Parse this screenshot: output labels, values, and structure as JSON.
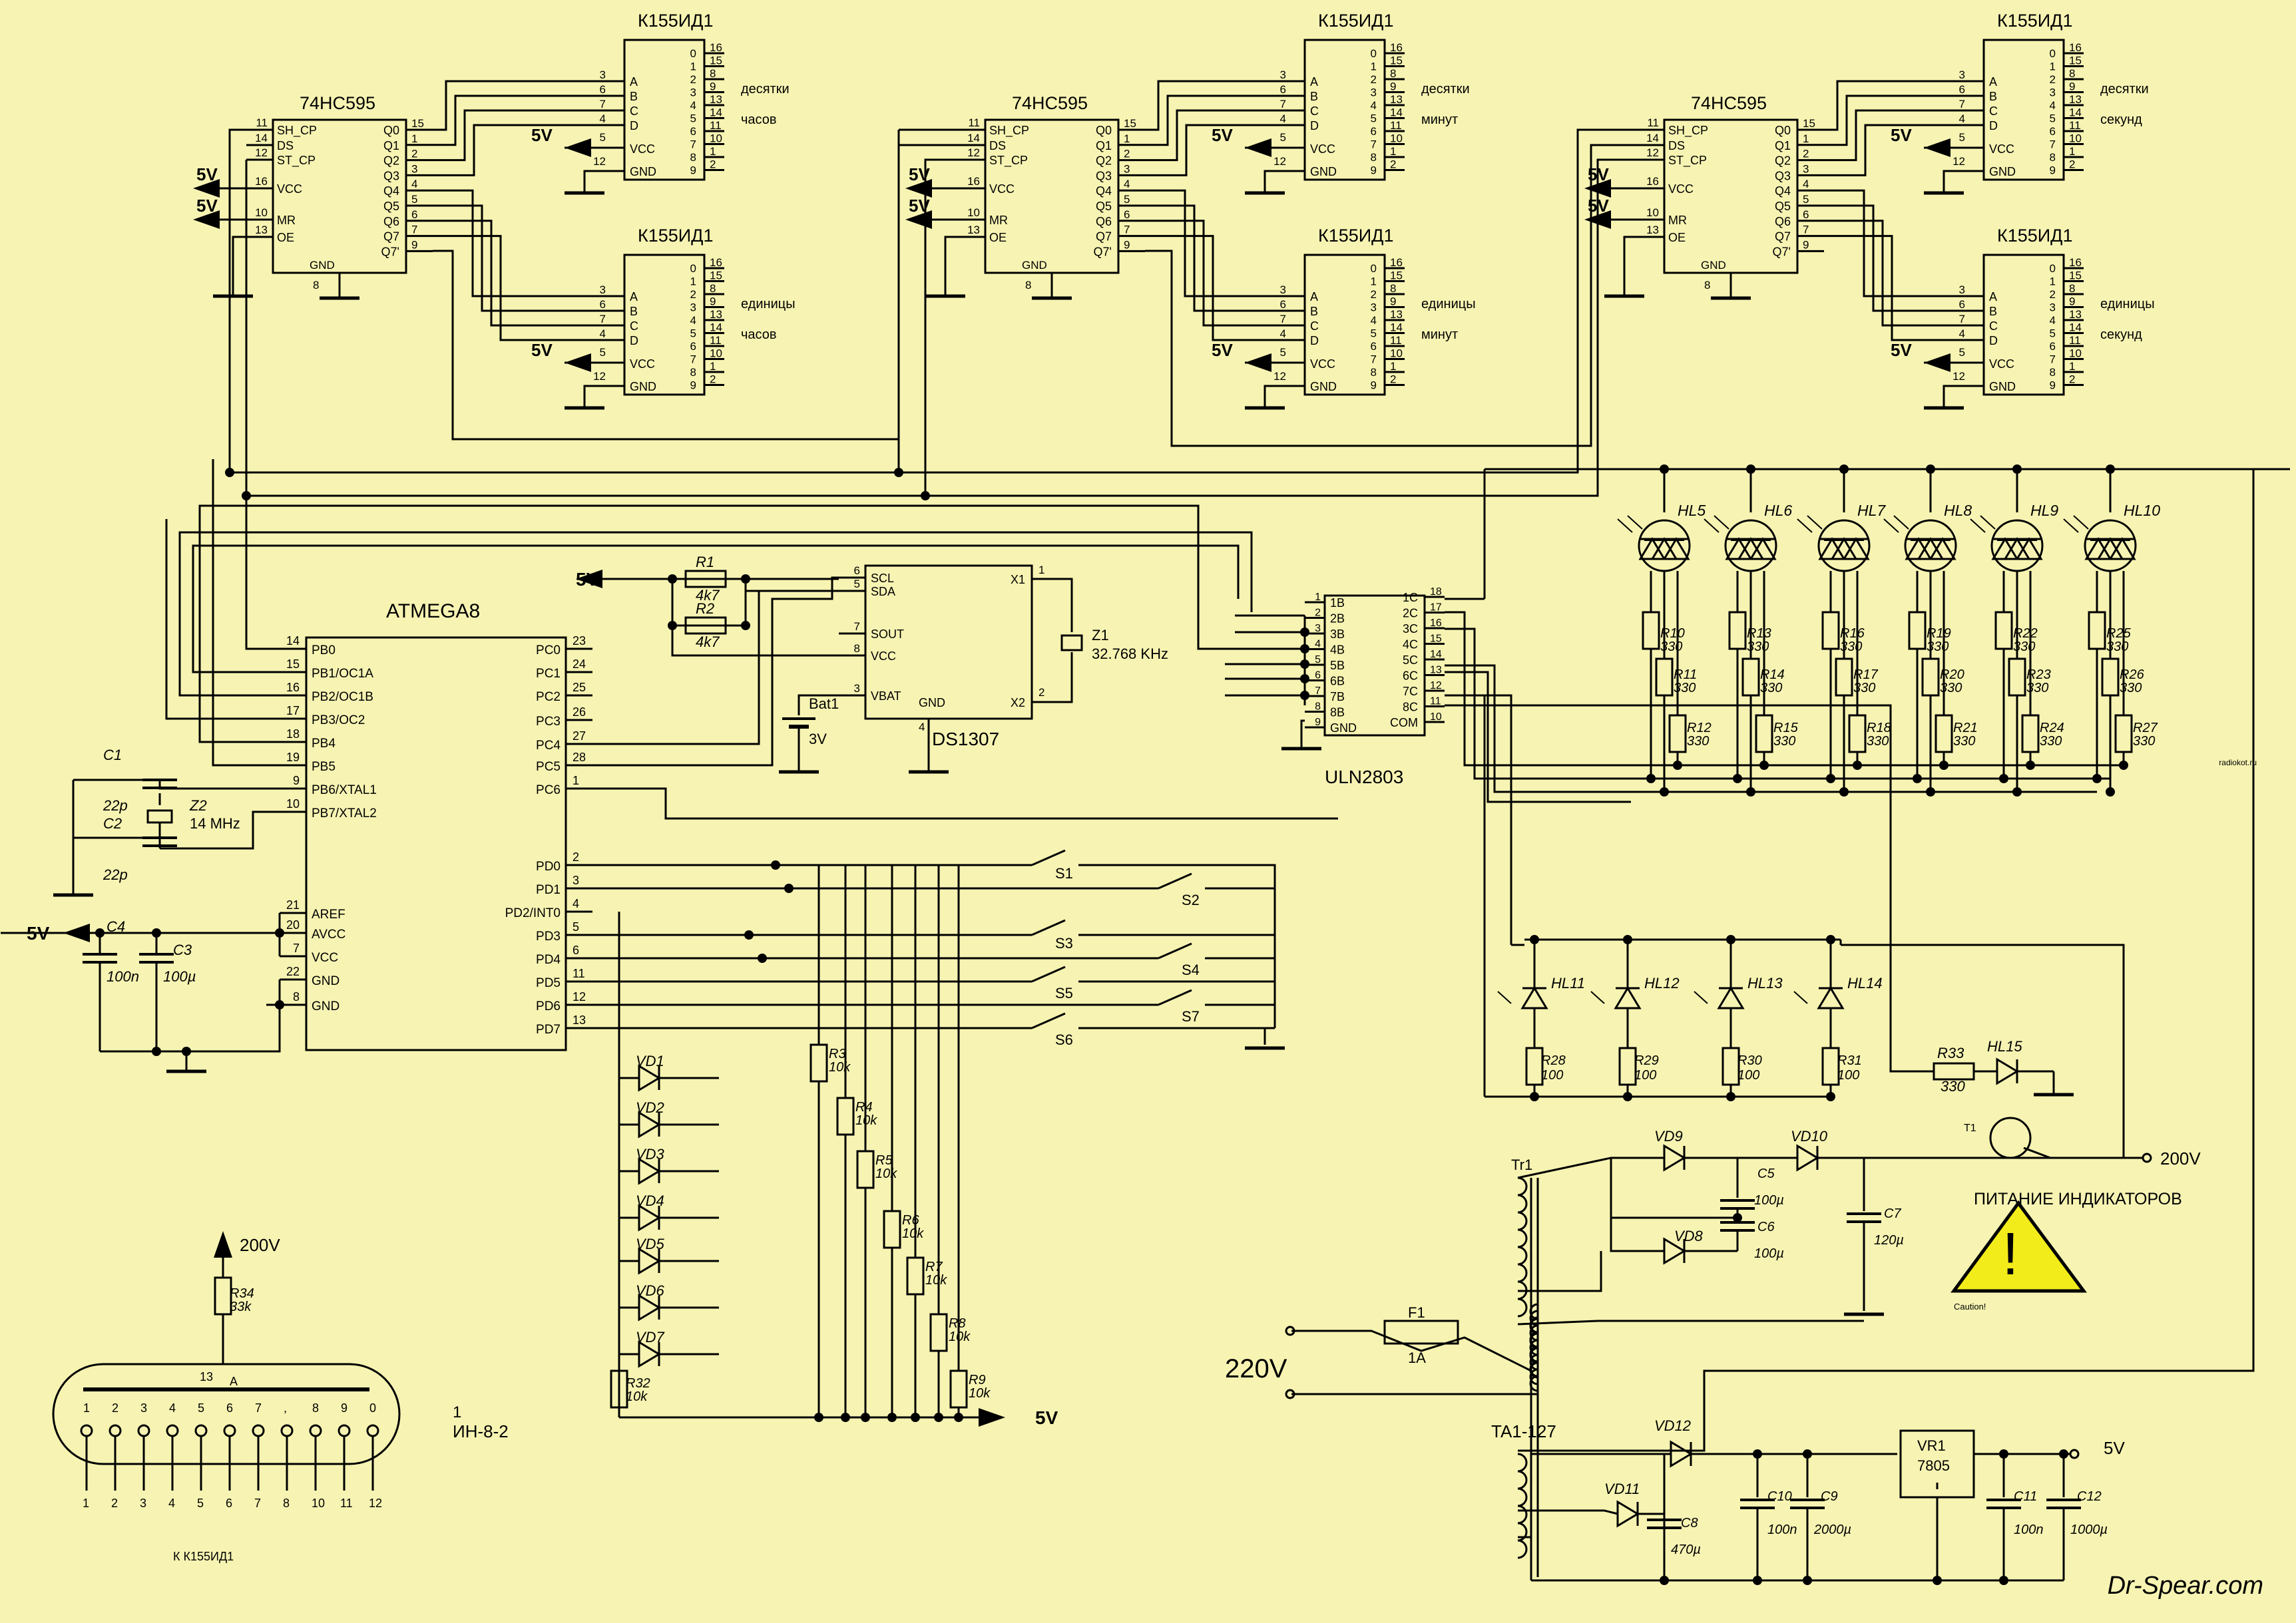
{
  "ic_labels": {
    "decoder": "К155ИД1",
    "shift_register": "74HC595",
    "mcu": "ATMEGA8",
    "rtc": "DS1307",
    "driver": "ULN2803",
    "regulator_ref": "VR1",
    "regulator_part": "7805"
  },
  "decoder_groups": [
    {
      "line1": "десятки",
      "line2": "часов"
    },
    {
      "line1": "единицы",
      "line2": "часов"
    },
    {
      "line1": "десятки",
      "line2": "минут"
    },
    {
      "line1": "единицы",
      "line2": "минут"
    },
    {
      "line1": "десятки",
      "line2": "секунд"
    },
    {
      "line1": "единицы",
      "line2": "секунд"
    }
  ],
  "decoder_pins": {
    "left_nums": [
      "3",
      "6",
      "7",
      "4"
    ],
    "left_names": [
      "A",
      "B",
      "C",
      "D"
    ],
    "vcc_pin": "5",
    "gnd_pin": "12",
    "vcc": "VCC",
    "gnd": "GND",
    "right_outer": [
      "16",
      "15",
      "8",
      "9",
      "13",
      "14",
      "11",
      "10",
      "1",
      "2"
    ],
    "right_inner": [
      "0",
      "1",
      "2",
      "3",
      "4",
      "5",
      "6",
      "7",
      "8",
      "9"
    ]
  },
  "sr_pins": {
    "left_nums": [
      "11",
      "14",
      "12",
      "16",
      "10",
      "13"
    ],
    "left_names": [
      "SH_CP",
      "DS",
      "ST_CP",
      "VCC",
      "MR",
      "OE"
    ],
    "right_names": [
      "Q0",
      "Q1",
      "Q2",
      "Q3",
      "Q4",
      "Q5",
      "Q6",
      "Q7",
      "Q7'"
    ],
    "right_nums": [
      "15",
      "1",
      "2",
      "3",
      "4",
      "5",
      "6",
      "7",
      "9"
    ],
    "gnd_name": "GND",
    "gnd_num": "8"
  },
  "power": {
    "v5": "5V",
    "v3": "3V",
    "v200": "200V",
    "v220": "220V"
  },
  "mcu_left": [
    {
      "num": "14",
      "name": "PB0"
    },
    {
      "num": "15",
      "name": "PB1/OC1A"
    },
    {
      "num": "16",
      "name": "PB2/OC1B"
    },
    {
      "num": "17",
      "name": "PB3/OC2"
    },
    {
      "num": "18",
      "name": "PB4"
    },
    {
      "num": "19",
      "name": "PB5"
    },
    {
      "num": "9",
      "name": "PB6/XTAL1"
    },
    {
      "num": "10",
      "name": "PB7/XTAL2"
    },
    {
      "num": "21",
      "name": "AREF"
    },
    {
      "num": "20",
      "name": "AVCC"
    },
    {
      "num": "7",
      "name": "VCC"
    },
    {
      "num": "22",
      "name": "GND"
    },
    {
      "num": "8",
      "name": "GND"
    }
  ],
  "mcu_right": [
    {
      "num": "23",
      "name": "PC0"
    },
    {
      "num": "24",
      "name": "PC1"
    },
    {
      "num": "25",
      "name": "PC2"
    },
    {
      "num": "26",
      "name": "PC3"
    },
    {
      "num": "27",
      "name": "PC4"
    },
    {
      "num": "28",
      "name": "PC5"
    },
    {
      "num": "1",
      "name": "PC6"
    },
    {
      "num": "2",
      "name": "PD0"
    },
    {
      "num": "3",
      "name": "PD1"
    },
    {
      "num": "4",
      "name": "PD2/INT0"
    },
    {
      "num": "5",
      "name": "PD3"
    },
    {
      "num": "6",
      "name": "PD4"
    },
    {
      "num": "11",
      "name": "PD5"
    },
    {
      "num": "12",
      "name": "PD6"
    },
    {
      "num": "13",
      "name": "PD7"
    }
  ],
  "rtc_pins": {
    "left": [
      {
        "num": "6",
        "name": "SCL"
      },
      {
        "num": "5",
        "name": "SDA"
      },
      {
        "num": "7",
        "name": "SOUT"
      },
      {
        "num": "8",
        "name": "VCC"
      },
      {
        "num": "3",
        "name": "VBAT"
      }
    ],
    "right": [
      {
        "num": "1",
        "name": "X1"
      },
      {
        "num": "2",
        "name": "X2"
      }
    ],
    "gnd_name": "GND",
    "gnd_num": "4"
  },
  "uln_left": [
    {
      "num": "1",
      "name": "1B"
    },
    {
      "num": "2",
      "name": "2B"
    },
    {
      "num": "3",
      "name": "3B"
    },
    {
      "num": "4",
      "name": "4B"
    },
    {
      "num": "5",
      "name": "5B"
    },
    {
      "num": "6",
      "name": "6B"
    },
    {
      "num": "7",
      "name": "7B"
    },
    {
      "num": "8",
      "name": "8B"
    },
    {
      "num": "9",
      "name": "GND"
    }
  ],
  "uln_right": [
    {
      "num": "18",
      "name": "1C"
    },
    {
      "num": "17",
      "name": "2C"
    },
    {
      "num": "16",
      "name": "3C"
    },
    {
      "num": "15",
      "name": "4C"
    },
    {
      "num": "14",
      "name": "5C"
    },
    {
      "num": "13",
      "name": "6C"
    },
    {
      "num": "12",
      "name": "7C"
    },
    {
      "num": "11",
      "name": "8C"
    },
    {
      "num": "10",
      "name": "COM"
    }
  ],
  "components": {
    "R1": "R1",
    "R1v": "4k7",
    "R2": "R2",
    "R2v": "4k7",
    "Z1": "Z1",
    "Z1v": "32.768 KHz",
    "Bat1": "Bat1",
    "C1": "C1",
    "C1v": "22p",
    "C2": "C2",
    "C2v": "22p",
    "Z2": "Z2",
    "Z2v": "14 MHz",
    "C3": "C3",
    "C3v": "100µ",
    "C4": "C4",
    "C4v": "100n",
    "R32": "R32",
    "R32v": "10k",
    "R34": "R34",
    "R34v": "33k",
    "F1": "F1",
    "F1v": "1A",
    "Tr1": "Tr1",
    "Tr1v": "TA1-127",
    "R33": "R33",
    "R33v": "330",
    "HL15": "HL15",
    "T1": "T1",
    "C5": "C5",
    "C5v": "100µ",
    "C6": "C6",
    "C6v": "100µ",
    "C7": "C7",
    "C7v": "120µ",
    "VD8": "VD8",
    "VD9": "VD9",
    "VD10": "VD10",
    "VD11": "VD11",
    "VD12": "VD12",
    "C8": "C8",
    "C8v": "470µ",
    "C9": "C9",
    "C9v": "2000µ",
    "C10": "C10",
    "C10v": "100n",
    "C11": "C11",
    "C11v": "100n",
    "C12": "C12",
    "C12v": "1000µ"
  },
  "switches": [
    "S1",
    "S2",
    "S3",
    "S4",
    "S5",
    "S6",
    "S7"
  ],
  "diodes": [
    "VD1",
    "VD2",
    "VD3",
    "VD4",
    "VD5",
    "VD6",
    "VD7"
  ],
  "pulldowns": [
    {
      "ref": "R3",
      "val": "10k"
    },
    {
      "ref": "R4",
      "val": "10k"
    },
    {
      "ref": "R5",
      "val": "10k"
    },
    {
      "ref": "R6",
      "val": "10k"
    },
    {
      "ref": "R7",
      "val": "10k"
    },
    {
      "ref": "R8",
      "val": "10k"
    },
    {
      "ref": "R9",
      "val": "10k"
    }
  ],
  "nixies": [
    {
      "hl": "HL5",
      "r": [
        "R10",
        "R11",
        "R12"
      ]
    },
    {
      "hl": "HL6",
      "r": [
        "R13",
        "R14",
        "R15"
      ]
    },
    {
      "hl": "HL7",
      "r": [
        "R16",
        "R17",
        "R18"
      ]
    },
    {
      "hl": "HL8",
      "r": [
        "R19",
        "R20",
        "R21"
      ]
    },
    {
      "hl": "HL9",
      "r": [
        "R22",
        "R23",
        "R24"
      ]
    },
    {
      "hl": "HL10",
      "r": [
        "R25",
        "R26",
        "R27"
      ]
    }
  ],
  "nixie_r_value": "330",
  "small_leds": [
    {
      "hl": "HL11",
      "r": "R28",
      "v": "100"
    },
    {
      "hl": "HL12",
      "r": "R29",
      "v": "100"
    },
    {
      "hl": "HL13",
      "r": "R30",
      "v": "100"
    },
    {
      "hl": "HL14",
      "r": "R31",
      "v": "100"
    }
  ],
  "tube": {
    "anode_pin": "13",
    "anode_name": "A",
    "digits": [
      "1",
      "2",
      "3",
      "4",
      "5",
      "6",
      "7",
      ",",
      "8",
      "9",
      "0"
    ],
    "pins": [
      "1",
      "2",
      "3",
      "4",
      "5",
      "6",
      "7",
      "8",
      "10",
      "11",
      "12"
    ],
    "label_num": "1",
    "label_name": "ИН-8-2",
    "connect_note": "К К155ИД1"
  },
  "texts": {
    "indicator_power": "ПИТАНИЕ ИНДИКАТОРОВ",
    "caution": "Caution!",
    "watermark": "Dr-Spear.com",
    "watermark_small": "radiokot.ru",
    "exclamation": "!"
  }
}
